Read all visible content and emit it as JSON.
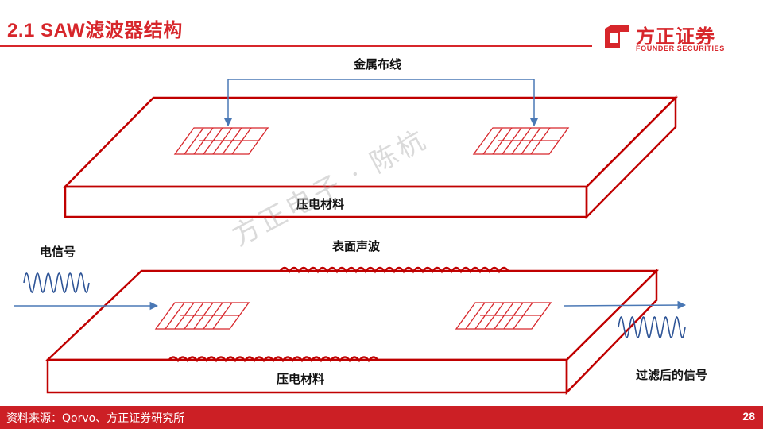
{
  "header": {
    "title": "2.1 SAW滤波器结构",
    "logo_cn": "方正证券",
    "logo_en": "FOUNDER SECURITIES"
  },
  "diagram": {
    "top_label_metal": "金属布线",
    "top_label_material": "压电材料",
    "label_surface_wave": "表面声波",
    "label_input_signal": "电信号",
    "bottom_label_material": "压电材料",
    "label_filtered_signal": "过滤后的信号"
  },
  "watermark": "方正电子 · 陈杭",
  "footer": {
    "source": "资料来源：Qorvo、方正证券研究所",
    "page": "28"
  },
  "colors": {
    "brand_red": "#d7262b",
    "footer_red": "#cc1f25",
    "outline_red": "#c00000",
    "arrow_blue": "#4a78b5",
    "wave_blue": "#2f5597"
  }
}
